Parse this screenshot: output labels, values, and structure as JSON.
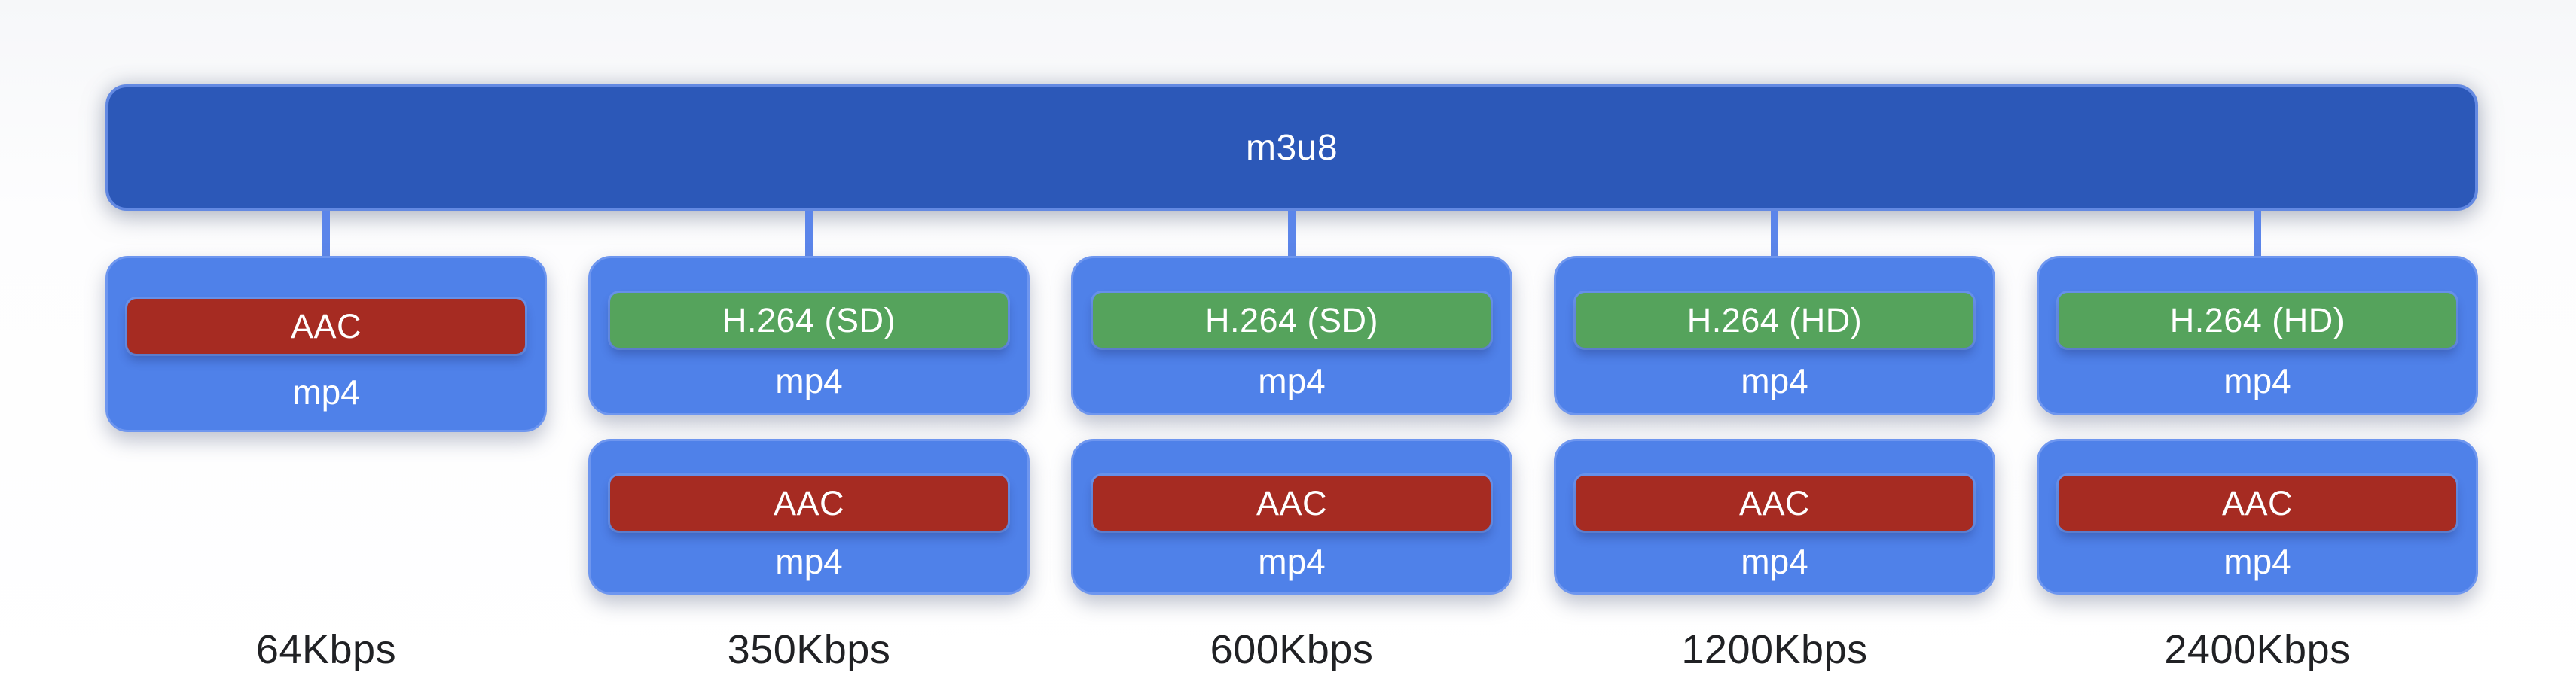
{
  "diagram": {
    "root": {
      "label": "m3u8"
    },
    "columns": [
      {
        "bitrate": "64Kbps",
        "boxes": [
          {
            "codec": "AAC",
            "kind": "audio",
            "container": "mp4"
          }
        ]
      },
      {
        "bitrate": "350Kbps",
        "boxes": [
          {
            "codec": "H.264 (SD)",
            "kind": "video",
            "container": "mp4"
          },
          {
            "codec": "AAC",
            "kind": "audio",
            "container": "mp4"
          }
        ]
      },
      {
        "bitrate": "600Kbps",
        "boxes": [
          {
            "codec": "H.264 (SD)",
            "kind": "video",
            "container": "mp4"
          },
          {
            "codec": "AAC",
            "kind": "audio",
            "container": "mp4"
          }
        ]
      },
      {
        "bitrate": "1200Kbps",
        "boxes": [
          {
            "codec": "H.264 (HD)",
            "kind": "video",
            "container": "mp4"
          },
          {
            "codec": "AAC",
            "kind": "audio",
            "container": "mp4"
          }
        ]
      },
      {
        "bitrate": "2400Kbps",
        "boxes": [
          {
            "codec": "H.264 (HD)",
            "kind": "video",
            "container": "mp4"
          },
          {
            "codec": "AAC",
            "kind": "audio",
            "container": "mp4"
          }
        ]
      }
    ],
    "colors": {
      "root_fill": "#2c58b8",
      "node_fill": "#4f81e9",
      "audio_badge": "#a62b22",
      "video_badge": "#55a35c",
      "connector": "#5b85ea",
      "bitrate_text": "#202124",
      "text": "#ffffff"
    }
  }
}
